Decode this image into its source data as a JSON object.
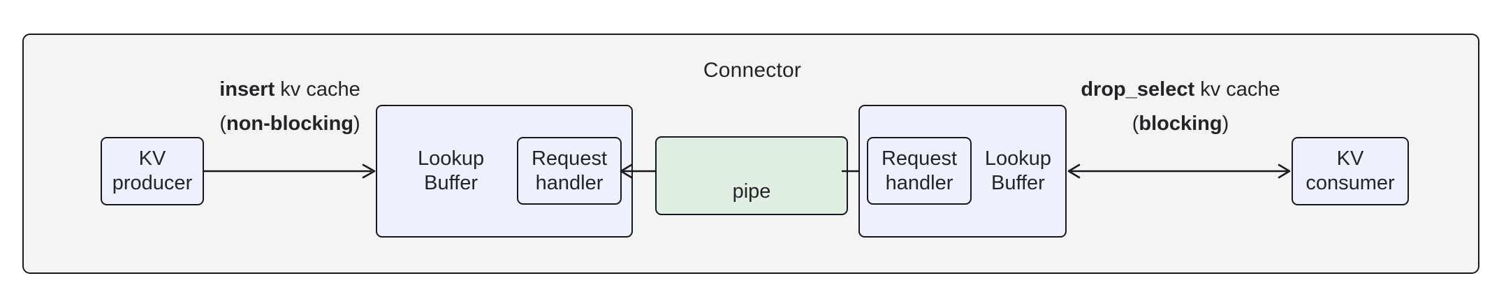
{
  "diagram": {
    "title": "Connector",
    "nodes": {
      "kv_producer": {
        "label": "KV\nproducer"
      },
      "kv_consumer": {
        "label": "KV\nconsumer"
      },
      "lookup_buffer_left": {
        "label": "Lookup\nBuffer"
      },
      "lookup_buffer_right": {
        "label": "Lookup\nBuffer"
      },
      "request_handler_left": {
        "label": "Request\nhandler"
      },
      "request_handler_right": {
        "label": "Request\nhandler"
      },
      "pipe": {
        "label": "pipe"
      }
    },
    "edges": {
      "insert": {
        "line1_strong": "insert",
        "line1_rest": " kv cache",
        "line2_open": "(",
        "line2_strong": "non-blocking",
        "line2_close": ")",
        "direction": "one-way-right"
      },
      "drop_select": {
        "line1_strong": "drop_select",
        "line1_rest": " kv cache",
        "line2_open": "(",
        "line2_strong": "blocking",
        "line2_close": ")",
        "direction": "two-way"
      },
      "pipe_left": {
        "direction": "two-way"
      },
      "pipe_right": {
        "direction": "two-way"
      }
    },
    "colors": {
      "frame_bg": "#f4f4f4",
      "node_bg": "#eef1fc",
      "pipe_bg": "#e1efe3",
      "stroke": "#16181d",
      "text": "#222428"
    }
  }
}
